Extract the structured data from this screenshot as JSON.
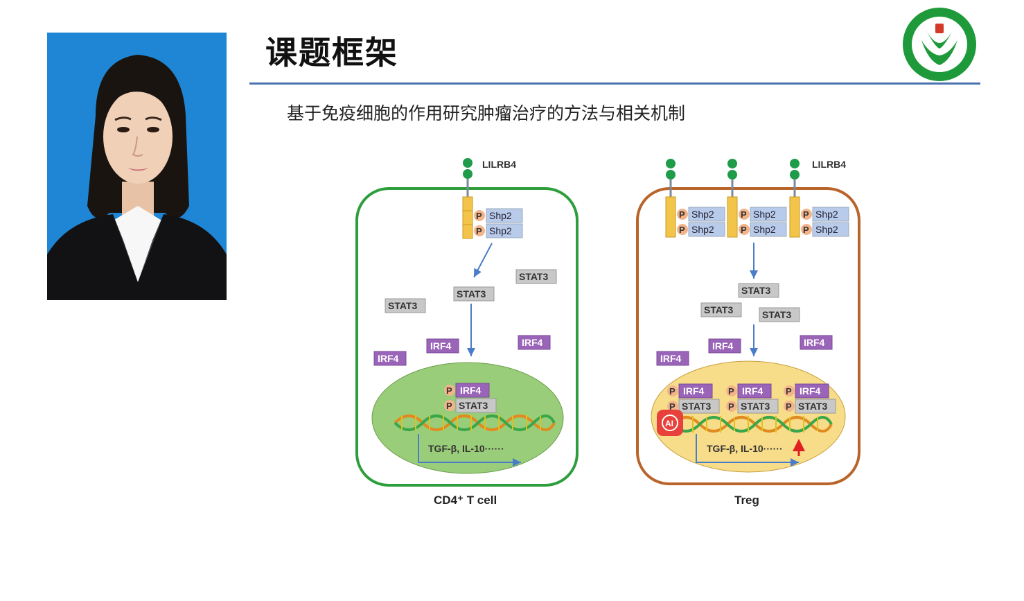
{
  "slide": {
    "title": "课题框架",
    "subtitle": "基于免疫细胞的作用研究肿瘤治疗的方法与相关机制"
  },
  "logo": {
    "icon": "university-seal-icon",
    "color": "#1f9a3a"
  },
  "diagram": {
    "left_panel": {
      "cell_label": "CD4⁺ T cell",
      "receptor_label": "LILRB4",
      "p": "P",
      "shp2": "Shp2",
      "stat3": "STAT3",
      "irf4": "IRF4",
      "genes": "TGF-β, IL-10······",
      "border_color": "#2e9e3d"
    },
    "right_panel": {
      "cell_label": "Treg",
      "receptor_label": "LILRB4",
      "p": "P",
      "shp2": "Shp2",
      "stat3": "STAT3",
      "irf4": "IRF4",
      "genes": "TGF-β, IL-10······",
      "border_color": "#b8642a"
    }
  },
  "ai_badge": {
    "label": "AI",
    "icon": "ai-assistant-icon"
  }
}
